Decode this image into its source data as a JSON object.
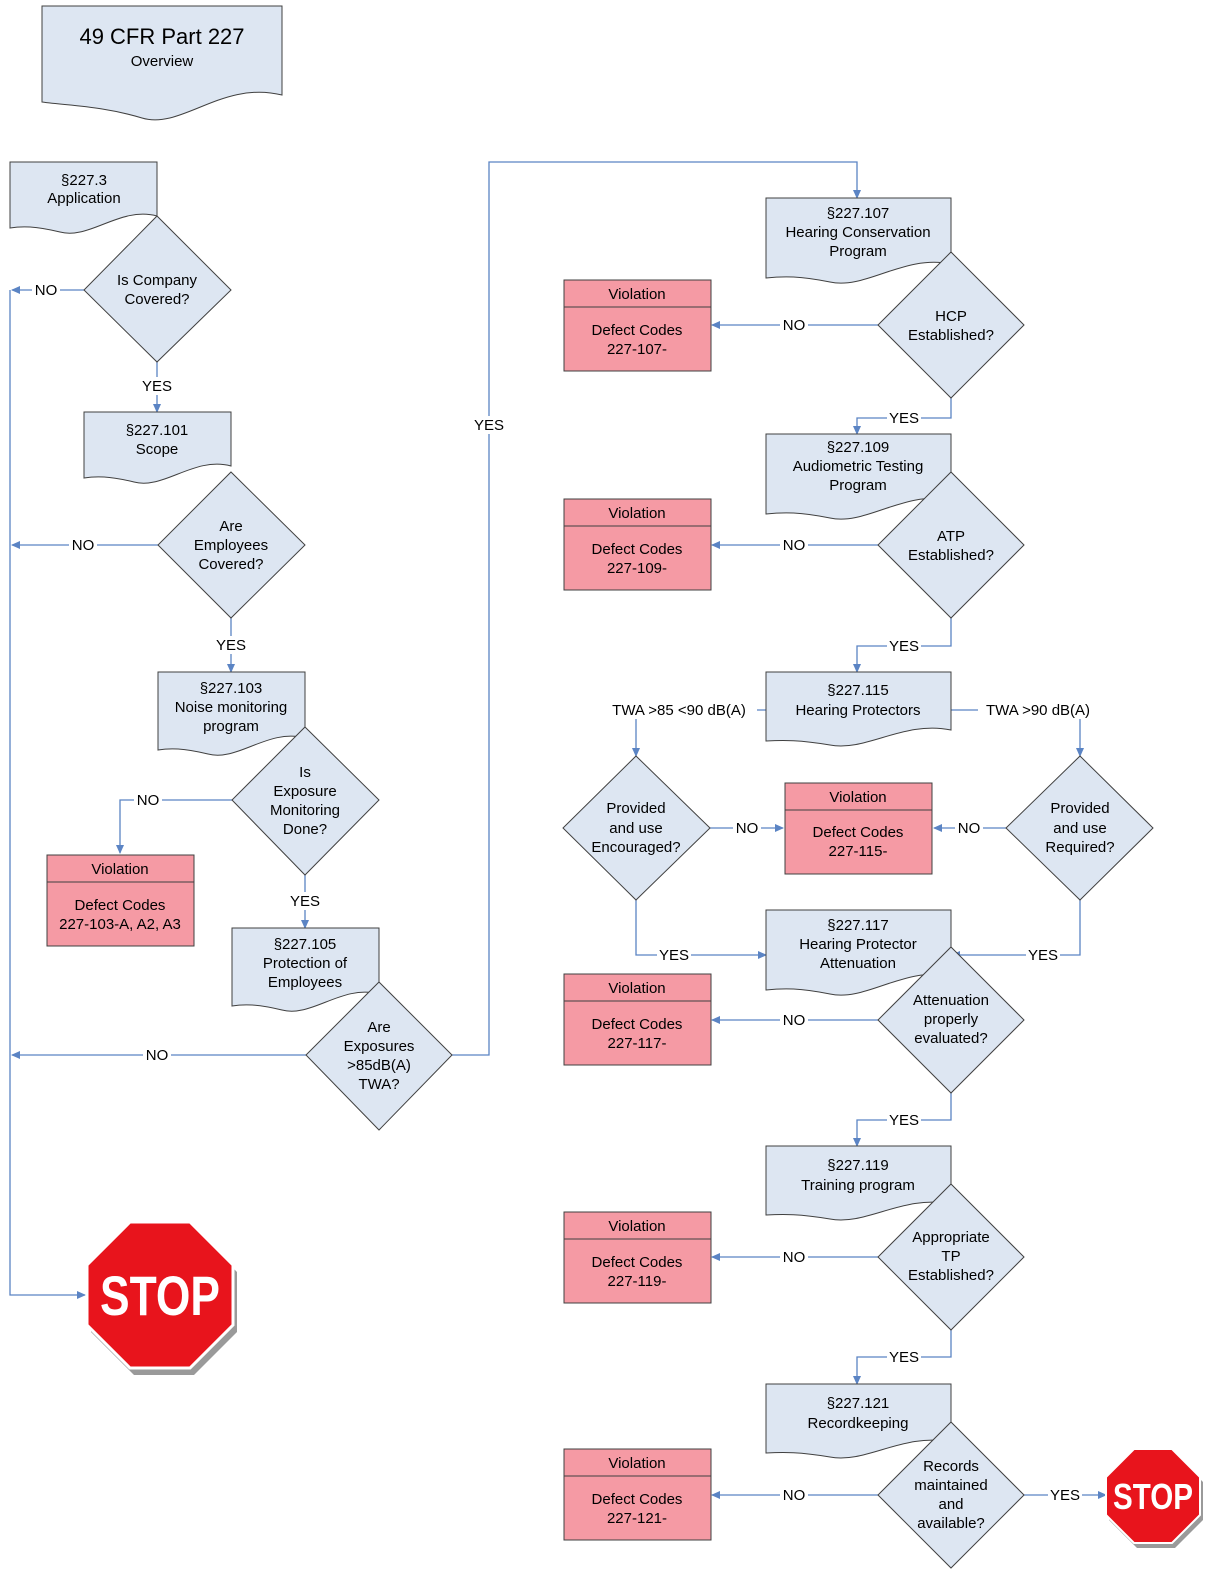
{
  "title": {
    "line1": "49 CFR Part 227",
    "line2": "Overview"
  },
  "labels": {
    "yes": "YES",
    "no": "NO"
  },
  "docs": {
    "d3": [
      "§227.3",
      "Application"
    ],
    "d101": [
      "§227.101",
      "Scope"
    ],
    "d103": [
      "§227.103",
      "Noise monitoring",
      "program"
    ],
    "d105": [
      "§227.105",
      "Protection of",
      "Employees"
    ],
    "d107": [
      "§227.107",
      "Hearing Conservation",
      "Program"
    ],
    "d109": [
      "§227.109",
      "Audiometric Testing",
      "Program"
    ],
    "d115": [
      "§227.115",
      "Hearing Protectors"
    ],
    "d117": [
      "§227.117",
      "Hearing Protector",
      "Attenuation"
    ],
    "d119": [
      "§227.119",
      "Training program"
    ],
    "d121": [
      "§227.121",
      "Recordkeeping"
    ]
  },
  "decisions": {
    "q_company": [
      "Is Company",
      "Covered?"
    ],
    "q_employees": [
      "Are",
      "Employees",
      "Covered?"
    ],
    "q_monitoring": [
      "Is",
      "Exposure",
      "Monitoring",
      "Done?"
    ],
    "q_exposures": [
      "Are",
      "Exposures",
      ">85dB(A)",
      "TWA?"
    ],
    "q_hcp": [
      "HCP",
      "Established?"
    ],
    "q_atp": [
      "ATP",
      "Established?"
    ],
    "q_encouraged": [
      "Provided",
      "and use",
      "Encouraged?"
    ],
    "q_required": [
      "Provided",
      "and use",
      "Required?"
    ],
    "q_attenuation": [
      "Attenuation",
      "properly",
      "evaluated?"
    ],
    "q_tp": [
      "Appropriate",
      "TP",
      "Established?"
    ],
    "q_records": [
      "Records",
      "maintained",
      "and",
      "available?"
    ]
  },
  "violations": {
    "header": "Violation",
    "v103": [
      "Defect Codes",
      "227-103-A, A2, A3"
    ],
    "v107": [
      "Defect Codes",
      "227-107-"
    ],
    "v109": [
      "Defect Codes",
      "227-109-"
    ],
    "v115": [
      "Defect Codes",
      "227-115-"
    ],
    "v117": [
      "Defect Codes",
      "227-117-"
    ],
    "v119": [
      "Defect Codes",
      "227-119-"
    ],
    "v121": [
      "Defect Codes",
      "227-121-"
    ]
  },
  "branch_labels": {
    "twa_low": "TWA >85 <90 dB(A)",
    "twa_high": "TWA >90 dB(A)"
  },
  "stop_sign": {
    "text": "STOP",
    "color": "#e8141c"
  },
  "colors": {
    "box_fill": "#dde6f2",
    "violation_fill": "#f59aa4",
    "connector": "#5b84c4"
  }
}
